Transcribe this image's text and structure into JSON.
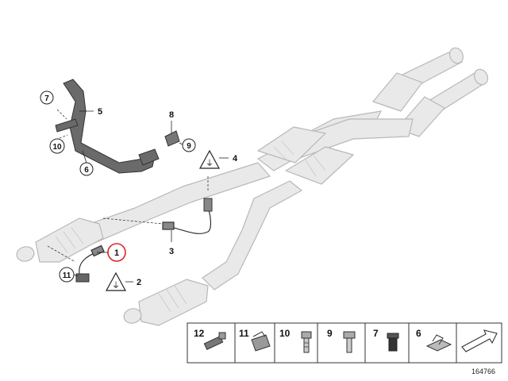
{
  "callouts": {
    "c1": "1",
    "c2": "2",
    "c3": "3",
    "c4": "4",
    "c5": "5",
    "c6": "6",
    "c7": "7",
    "c8": "8",
    "c9": "9",
    "c10": "10",
    "c11": "11"
  },
  "legend": {
    "items": [
      "12",
      "11",
      "10",
      "9",
      "7",
      "6"
    ]
  },
  "reference_number": "164766",
  "colors": {
    "pipe_fill": "#e9e9e9",
    "pipe_stroke": "#b5b5b5",
    "bracket": "#555555",
    "highlight_circle": "#d9232a"
  }
}
